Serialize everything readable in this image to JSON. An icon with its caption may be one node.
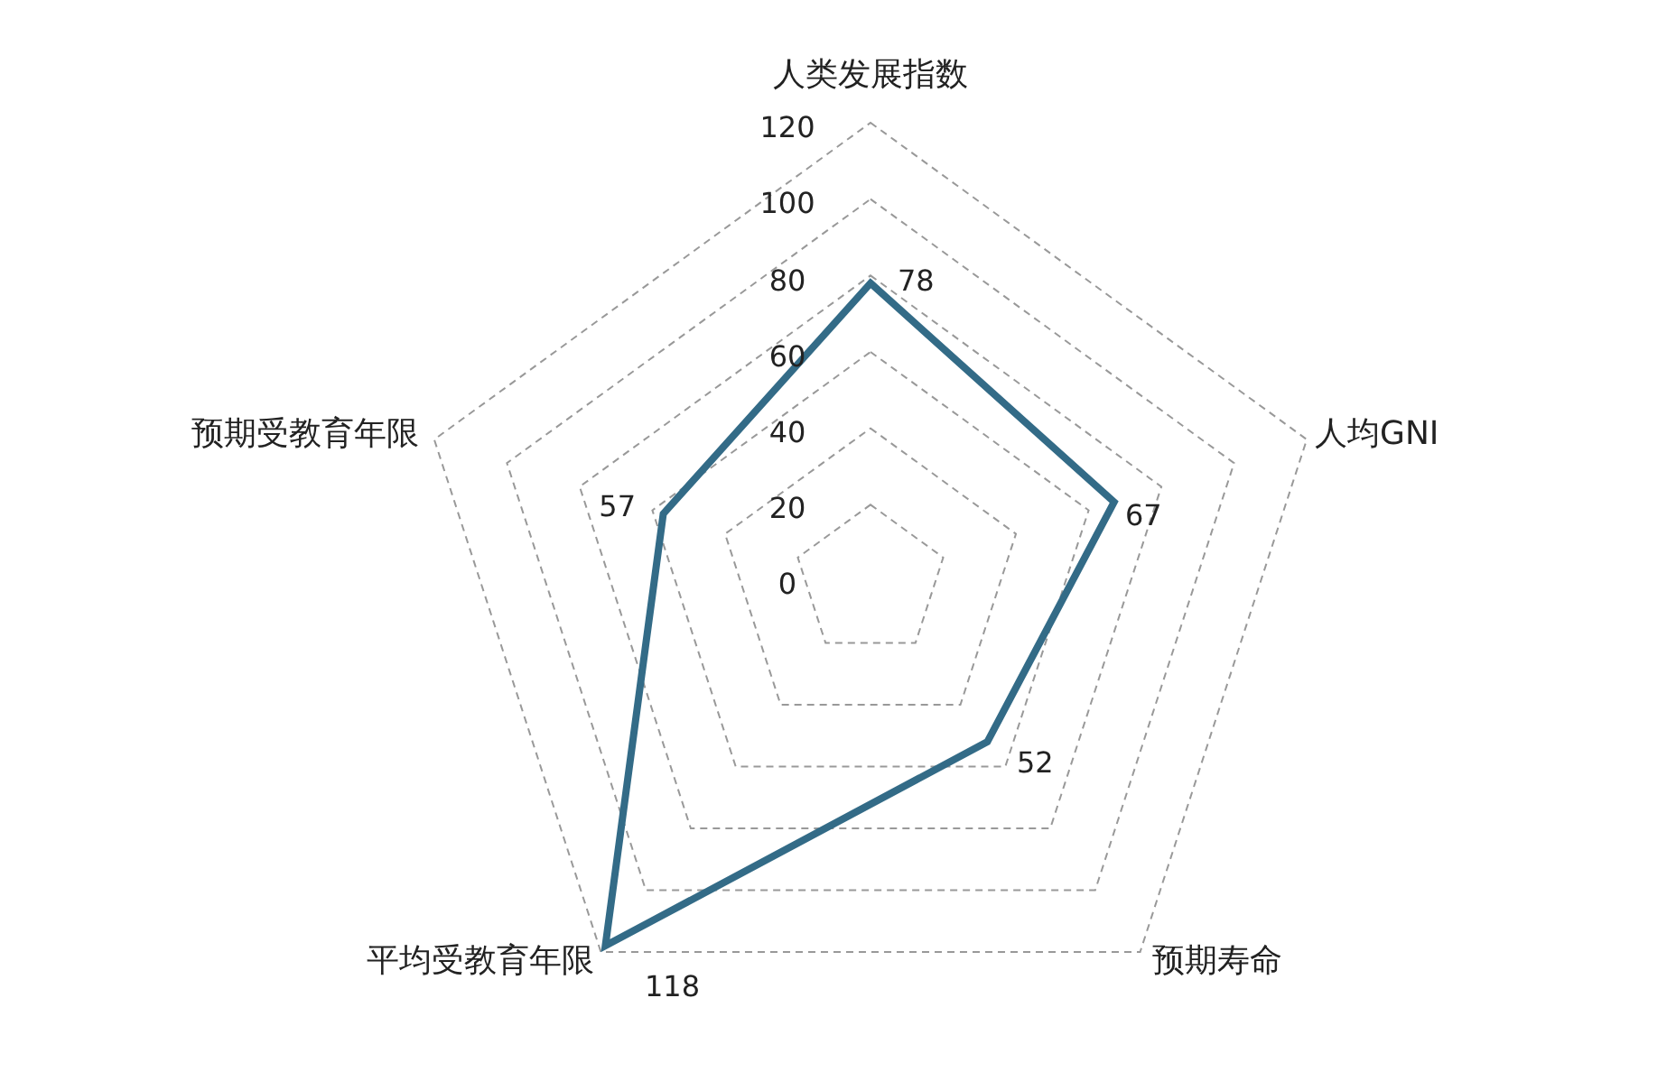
{
  "diagram": {
    "labels": [
      "人类发展指数",
      "120",
      "100",
      "80",
      "78",
      "60",
      "预期受教育年限",
      "40",
      "人均GNI",
      "57",
      "20",
      "67",
      "0",
      "52",
      "平均受教育年限",
      "预期寿命",
      "118"
    ]
  }
}
